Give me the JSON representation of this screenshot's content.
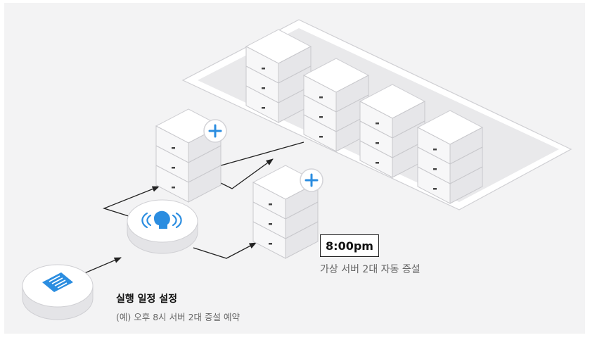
{
  "event": {
    "time": "8:00pm",
    "description": "가상 서버 2대 자동 증설"
  },
  "schedule": {
    "title": "실행 일정 설정",
    "description": "(예) 오후 8시 서버 2대 증설 예약"
  },
  "icons": [
    "document-icon",
    "speaker-icon",
    "server-icon",
    "plus-icon"
  ],
  "colors": {
    "accent": "#2b8de0",
    "background": "#f3f3f4"
  }
}
